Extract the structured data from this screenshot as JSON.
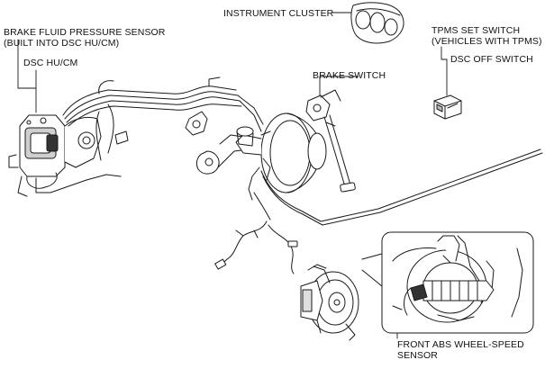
{
  "labels": {
    "brake_fluid_pressure_sensor": [
      "BRAKE FLUID PRESSURE SENSOR",
      "(BUILT INTO DSC HU/CM)"
    ],
    "dsc_hu_cm": "DSC HU/CM",
    "instrument_cluster": "INSTRUMENT CLUSTER",
    "tpms_set_switch": [
      "TPMS SET SWITCH",
      "(VEHICLES WITH TPMS)"
    ],
    "dsc_off_switch": "DSC OFF SWITCH",
    "brake_switch": "BRAKE SWITCH",
    "front_abs_wheel_speed_sensor": [
      "FRONT ABS WHEEL-SPEED",
      "SENSOR"
    ]
  },
  "colors": {
    "line": "#1a1a1a",
    "fill": "#ffffff",
    "shade": "#d9d9d9"
  }
}
